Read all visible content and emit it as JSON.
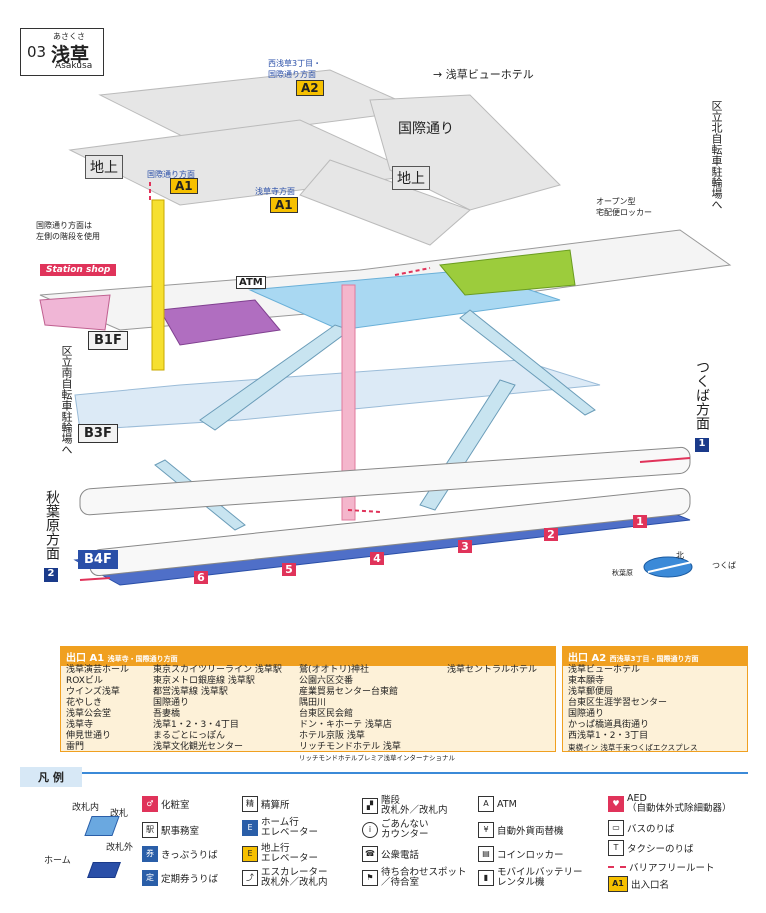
{
  "station": {
    "ruby": "あさくさ",
    "number": "03",
    "name": "浅草",
    "roman": "Asakusa"
  },
  "labels": {
    "ground1": "地上",
    "ground2": "地上",
    "kokusai": "国際通り",
    "asakusa_view": "→ 浅草ビューホテル",
    "a2_dir": "西浅草3丁目・\n国際通り方面",
    "a1_dir1": "国際通り方面",
    "a1_dir2": "浅草寺方面",
    "kokusai_note": "国際通り方面は\n左側の階段を使用",
    "locker_open": "オープン型\n宅配便ロッカー",
    "station_shop": "Station shop",
    "b1f": "B1F",
    "b3f": "B3F",
    "b4f": "B4F",
    "north_bike": "区立北自転車駐輪場へ",
    "south_bike": "区立南自転車駐輪場へ",
    "tsukuba": "つくば方面",
    "akihabara": "秋葉原方面",
    "compass_n": "北",
    "compass_t": "つくば",
    "compass_a": "秋葉原",
    "atm": "ATM",
    "line1": "1",
    "line2": "2"
  },
  "exits": {
    "a1": "A1",
    "a1b": "A1",
    "a2": "A2"
  },
  "cars": [
    "1",
    "2",
    "3",
    "4",
    "5",
    "6"
  ],
  "exit_a1": {
    "title": "出口 A1",
    "subtitle": "浅草寺・国際通り方面",
    "col1": [
      "浅草演芸ホール",
      "ROXビル",
      "ウインズ浅草",
      "花やしき",
      "浅草公会堂",
      "浅草寺",
      "伸見世通り",
      "雷門"
    ],
    "col2": [
      "東京スカイツリーライン 浅草駅",
      "東京メトロ銀座線 浅草駅",
      "都営浅草線 浅草駅",
      "国際通り",
      "吾妻橋",
      "浅草1・2・3・4丁目",
      "まるごとにっぽん",
      "浅草文化観光センター"
    ],
    "col3": [
      "鷲(オオトリ)神社",
      "公園六区交番",
      "産業貿易センター台東館",
      "隅田川",
      "台東区民会館",
      "ドン・キホーテ 浅草店",
      "ホテル京阪 浅草",
      "リッチモンドホテル 浅草",
      "リッチモンドホテルプレミア浅草インターナショナル"
    ],
    "col4": [
      "浅草セントラルホテル"
    ]
  },
  "exit_a2": {
    "title": "出口 A2",
    "subtitle": "西浅草3丁目・国際通り方面",
    "col1": [
      "浅草ビューホテル",
      "東本願寺",
      "浅草郵便局",
      "台東区生涯学習センター",
      "国際通り",
      "かっぱ橋道具街通り",
      "西浅草1・2・3丁目",
      "東横イン 浅草千束つくばエクスプレス"
    ]
  },
  "legend": {
    "title": "凡 例",
    "gate_in": "改札内",
    "gate": "改札",
    "gate_out": "改札外",
    "home": "ホーム",
    "items": [
      "化粧室",
      "精算所",
      "階段\n改札外／改札内",
      "ATM",
      "AED\n（自動体外式除細動器）",
      "駅事務室",
      "ホーム行\nエレベーター",
      "ごあんない\nカウンター",
      "自動外貨両替機",
      "バスのりば",
      "きっぷうりば",
      "地上行\nエレベーター",
      "公衆電話",
      "コインロッカー",
      "タクシーのりば",
      "定期券うりば",
      "エスカレーター\n改札外／改札内",
      "待ち合わせスポット\n／待合室",
      "モバイルバッテリー\nレンタル機",
      "バリアフリールート",
      "出入口名"
    ]
  },
  "colors": {
    "concourse": "#a9d8f2",
    "platform": "#4f6fc8",
    "accent_pink": "#e0335a",
    "exit_yellow": "#f6c000",
    "shop_green": "#9ccc3c"
  }
}
